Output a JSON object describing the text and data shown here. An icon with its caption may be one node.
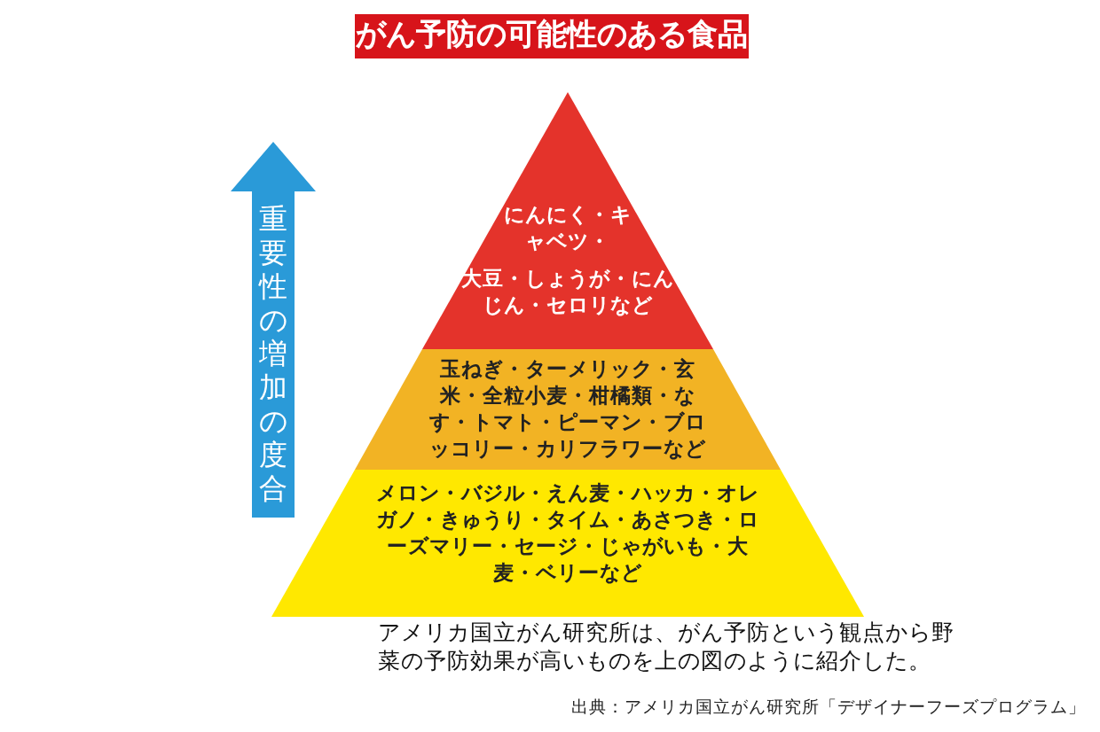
{
  "diagram": {
    "title": "がん予防の可能性のある食品",
    "caption": "アメリカ国立がん研究所は、がん予防という観点から野菜の予防効果が高いものを上の図のように紹介した。",
    "nodes": [
      {
        "text": [
          "重要性の増加の度合"
        ]
      },
      {
        "text": [
          "にんにく・キャベツ・",
          "大豆・しょうが・にんじん・セロリなど"
        ]
      },
      {
        "text": [
          "玉ねぎ・ターメリック・玄米・全粒小麦・柑橘類・なす・トマト・ピーマン・ブロッコリー・カリフラワーなど"
        ]
      },
      {
        "text": [
          "メロン・バジル・えん麦・ハッカ・オレガノ・きゅうり・タイム・あさつき・ローズマリー・セージ・じゃがいも・大麦・ベリーなど"
        ]
      }
    ],
    "labels": [
      "出典：アメリカ国立がん研究所「デザイナーフーズプログラム」"
    ]
  }
}
